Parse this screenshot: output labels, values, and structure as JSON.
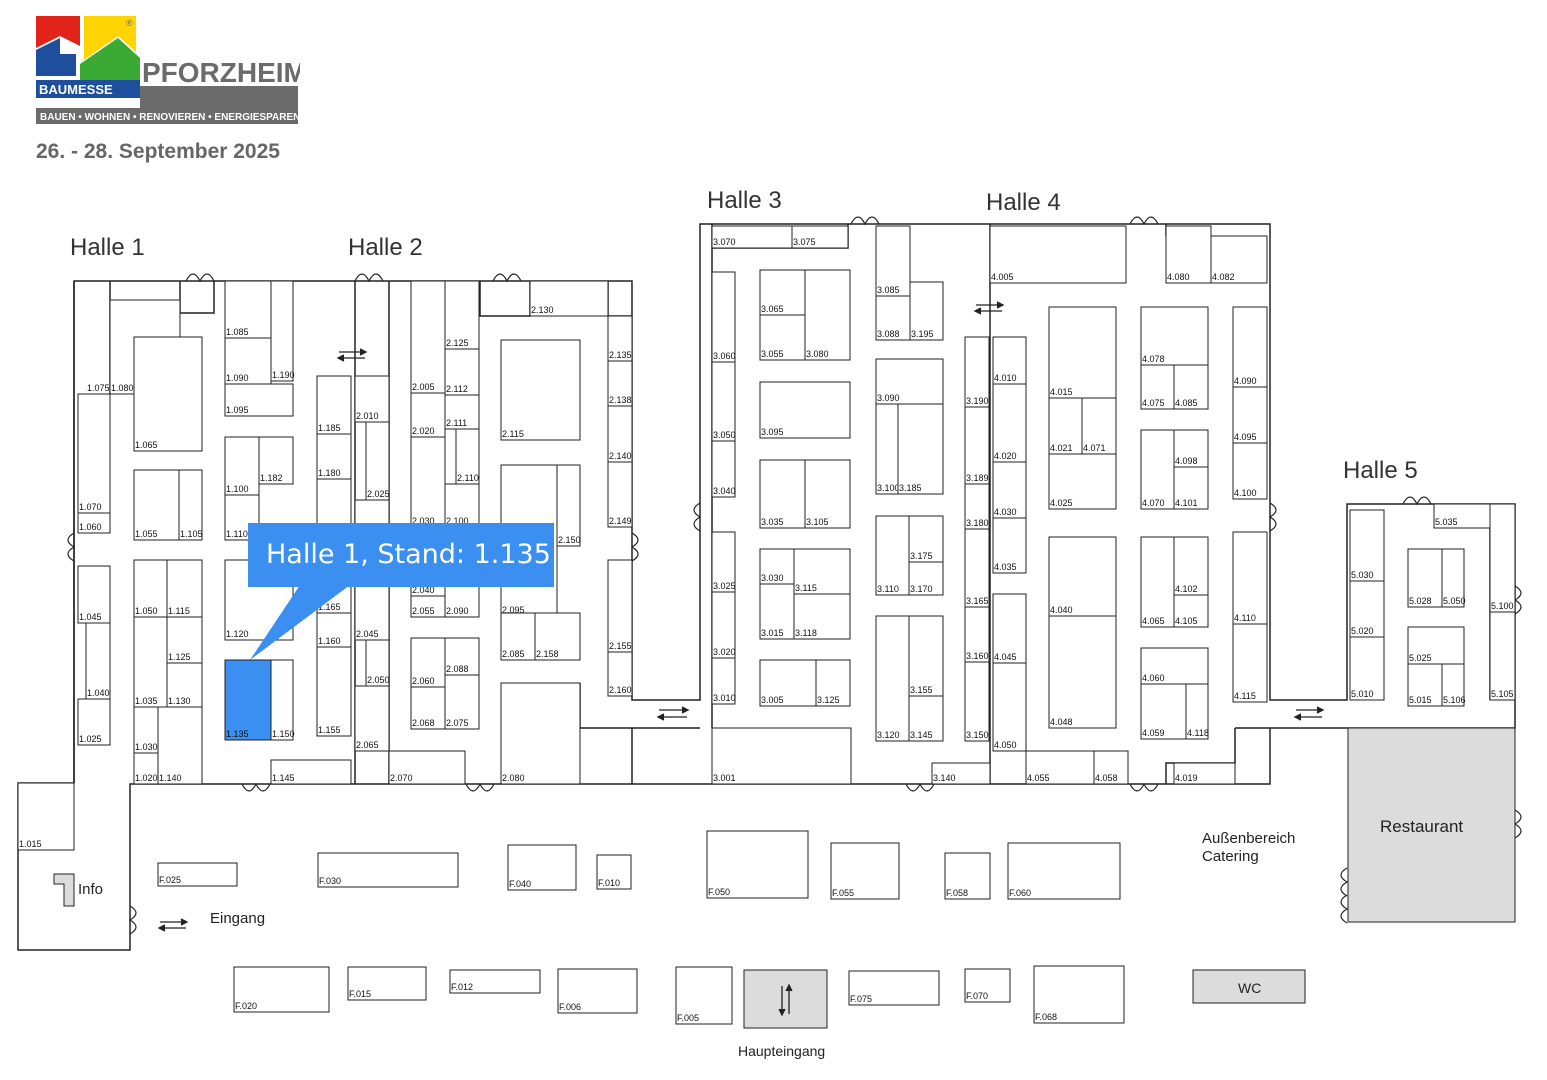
{
  "header": {
    "logo_brand": "BAUMESSE",
    "logo_city": "PFORZHEIM",
    "logo_tagline": "BAUEN • WOHNEN • RENOVIEREN • ENERGIESPAREN",
    "registered_mark": "®",
    "date": "26. - 28. September 2025"
  },
  "tooltip": {
    "text": "Halle 1, Stand: 1.135"
  },
  "halls": [
    "Halle 1",
    "Halle 2",
    "Halle 3",
    "Halle 4",
    "Halle 5"
  ],
  "labels": {
    "info": "Info",
    "entrance": "Eingang",
    "main_entrance": "Haupteingang",
    "outdoor_catering_1": "Außenbereich",
    "outdoor_catering_2": "Catering",
    "restaurant": "Restaurant",
    "wc": "WC"
  },
  "highlighted_stand": "1.135",
  "colors": {
    "highlight": "#3a8ff0",
    "facility": "#dcdcdc",
    "date": "#666666"
  },
  "stands": {
    "s1080": "1.080",
    "s1075": "1.075",
    "s1070": "1.070",
    "s1065": "1.065",
    "s1060": "1.060",
    "s1055": "1.055",
    "s1105": "1.105",
    "s1045": "1.045",
    "s1040": "1.040",
    "s1025": "1.025",
    "s1050": "1.050",
    "s1115": "1.115",
    "s1125": "1.125",
    "s1035": "1.035",
    "s1130": "1.130",
    "s1030": "1.030",
    "s1020": "1.020",
    "s1140": "1.140",
    "s1015": "1.015",
    "s1085": "1.085",
    "s1090": "1.090",
    "s1190": "1.190",
    "s1095": "1.095",
    "s1100": "1.100",
    "s1182": "1.182",
    "s1110": "1.110",
    "s1120": "1.120",
    "s1135": "1.135",
    "s1150": "1.150",
    "s1145": "1.145",
    "s1185": "1.185",
    "s1180": "1.180",
    "s1165": "1.165",
    "s1160": "1.160",
    "s1155": "1.155",
    "s2010": "2.010",
    "s2025": "2.025",
    "s2045": "2.045",
    "s2050": "2.050",
    "s2065": "2.065",
    "s2070": "2.070",
    "s2125": "2.125",
    "s2005": "2.005",
    "s2112": "2.112",
    "s2111": "2.111",
    "s2020": "2.020",
    "s2110": "2.110",
    "s2030": "2.030",
    "s2100": "2.100",
    "s2040": "2.040",
    "s2055": "2.055",
    "s2090": "2.090",
    "s2060": "2.060",
    "s2088": "2.088",
    "s2068": "2.068",
    "s2075": "2.075",
    "s2130": "2.130",
    "s2115": "2.115",
    "s2135": "2.135",
    "s2138": "2.138",
    "s2140": "2.140",
    "s2149": "2.149",
    "s2150": "2.150",
    "s2095": "2.095",
    "s2085": "2.085",
    "s2158": "2.158",
    "s2155": "2.155",
    "s2160": "2.160",
    "s2080": "2.080",
    "s3070": "3.070",
    "s3075": "3.075",
    "s3065": "3.065",
    "s3060": "3.060",
    "s3055": "3.055",
    "s3080": "3.080",
    "s3095": "3.095",
    "s3050": "3.050",
    "s3040": "3.040",
    "s3035": "3.035",
    "s3105": "3.105",
    "s3025": "3.025",
    "s3030": "3.030",
    "s3115": "3.115",
    "s3015": "3.015",
    "s3118": "3.118",
    "s3020": "3.020",
    "s3010": "3.010",
    "s3005": "3.005",
    "s3125": "3.125",
    "s3001": "3.001",
    "s3085": "3.085",
    "s3088": "3.088",
    "s3195": "3.195",
    "s3090": "3.090",
    "s3100": "3.100",
    "s3185": "3.185",
    "s3175": "3.175",
    "s3110": "3.110",
    "s3170": "3.170",
    "s3155": "3.155",
    "s3120": "3.120",
    "s3145": "3.145",
    "s3140": "3.140",
    "s3190": "3.190",
    "s3189": "3.189",
    "s3180": "3.180",
    "s3165": "3.165",
    "s3160": "3.160",
    "s3150": "3.150",
    "s4005": "4.005",
    "s4080": "4.080",
    "s4082": "4.082",
    "s4010": "4.010",
    "s4015": "4.015",
    "s4078": "4.078",
    "s4090": "4.090",
    "s4075": "4.075",
    "s4085": "4.085",
    "s4021": "4.021",
    "s4071": "4.071",
    "s4020": "4.020",
    "s4095": "4.095",
    "s4098": "4.098",
    "s4025": "4.025",
    "s4070": "4.070",
    "s4101": "4.101",
    "s4100": "4.100",
    "s4030": "4.030",
    "s4035": "4.035",
    "s4040": "4.040",
    "s4102": "4.102",
    "s4065": "4.065",
    "s4105": "4.105",
    "s4110": "4.110",
    "s4045": "4.045",
    "s4060": "4.060",
    "s4115": "4.115",
    "s4048": "4.048",
    "s4059": "4.059",
    "s4118": "4.118",
    "s4050": "4.050",
    "s4055": "4.055",
    "s4058": "4.058",
    "s4019": "4.019",
    "s5035": "5.035",
    "s5030": "5.030",
    "s5028": "5.028",
    "s5050": "5.050",
    "s5100": "5.100",
    "s5020": "5.020",
    "s5025": "5.025",
    "s5010": "5.010",
    "s5015": "5.015",
    "s5106": "5.106",
    "s5105": "5.105",
    "sF025": "F.025",
    "sF030": "F.030",
    "sF040": "F.040",
    "sF010": "F.010",
    "sF050": "F.050",
    "sF055": "F.055",
    "sF058": "F.058",
    "sF060": "F.060",
    "sF020": "F.020",
    "sF015": "F.015",
    "sF012": "F.012",
    "sF006": "F.006",
    "sF005": "F.005",
    "sF075": "F.075",
    "sF070": "F.070",
    "sF068": "F.068"
  }
}
